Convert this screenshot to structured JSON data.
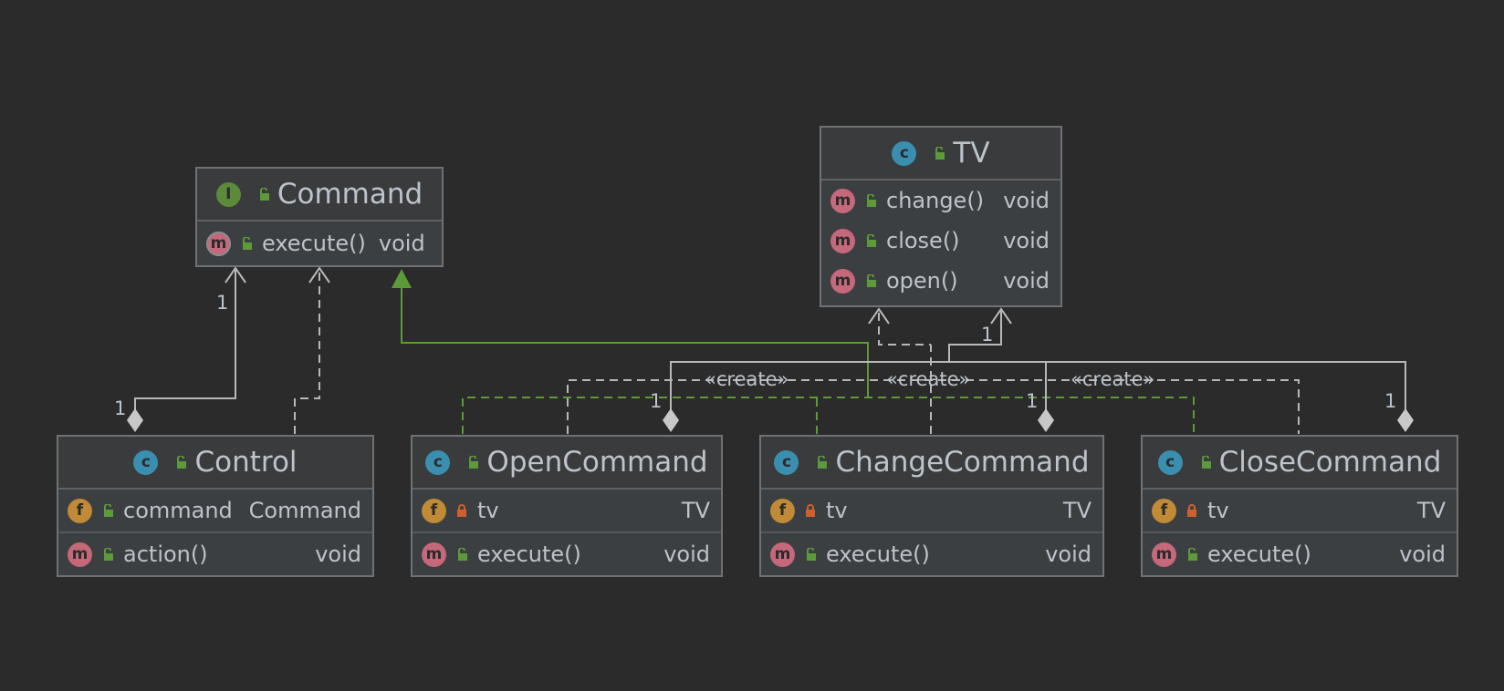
{
  "colors": {
    "background": "#2b2b2b",
    "association": "#b8b8b8",
    "realization": "#5c9a3a"
  },
  "classes": {
    "command": {
      "name": "Command",
      "kind": "interface-icon",
      "members": [
        {
          "kind": "abstract-method",
          "name": "execute()",
          "type": "void"
        }
      ]
    },
    "tv": {
      "name": "TV",
      "kind": "class-icon",
      "members": [
        {
          "kind": "method",
          "name": "change()",
          "type": "void"
        },
        {
          "kind": "method",
          "name": "close()",
          "type": "void"
        },
        {
          "kind": "method",
          "name": "open()",
          "type": "void"
        }
      ]
    },
    "control": {
      "name": "Control",
      "kind": "class-icon",
      "members": [
        {
          "kind": "field",
          "name": "command",
          "type": "Command"
        },
        {
          "kind": "method",
          "name": "action()",
          "type": "void"
        }
      ]
    },
    "open_command": {
      "name": "OpenCommand",
      "kind": "class-icon",
      "members": [
        {
          "kind": "field",
          "name": "tv",
          "type": "TV"
        },
        {
          "kind": "method",
          "name": "execute()",
          "type": "void"
        }
      ]
    },
    "change_command": {
      "name": "ChangeCommand",
      "kind": "class-icon",
      "members": [
        {
          "kind": "field",
          "name": "tv",
          "type": "TV"
        },
        {
          "kind": "method",
          "name": "execute()",
          "type": "void"
        }
      ]
    },
    "close_command": {
      "name": "CloseCommand",
      "kind": "class-icon",
      "members": [
        {
          "kind": "field",
          "name": "tv",
          "type": "TV"
        },
        {
          "kind": "method",
          "name": "execute()",
          "type": "void"
        }
      ]
    }
  },
  "badges": {
    "class": "c",
    "interface": "I",
    "method": "m",
    "field": "f"
  },
  "edge_labels": {
    "create": "«create»",
    "multiplicity_one": "1"
  }
}
